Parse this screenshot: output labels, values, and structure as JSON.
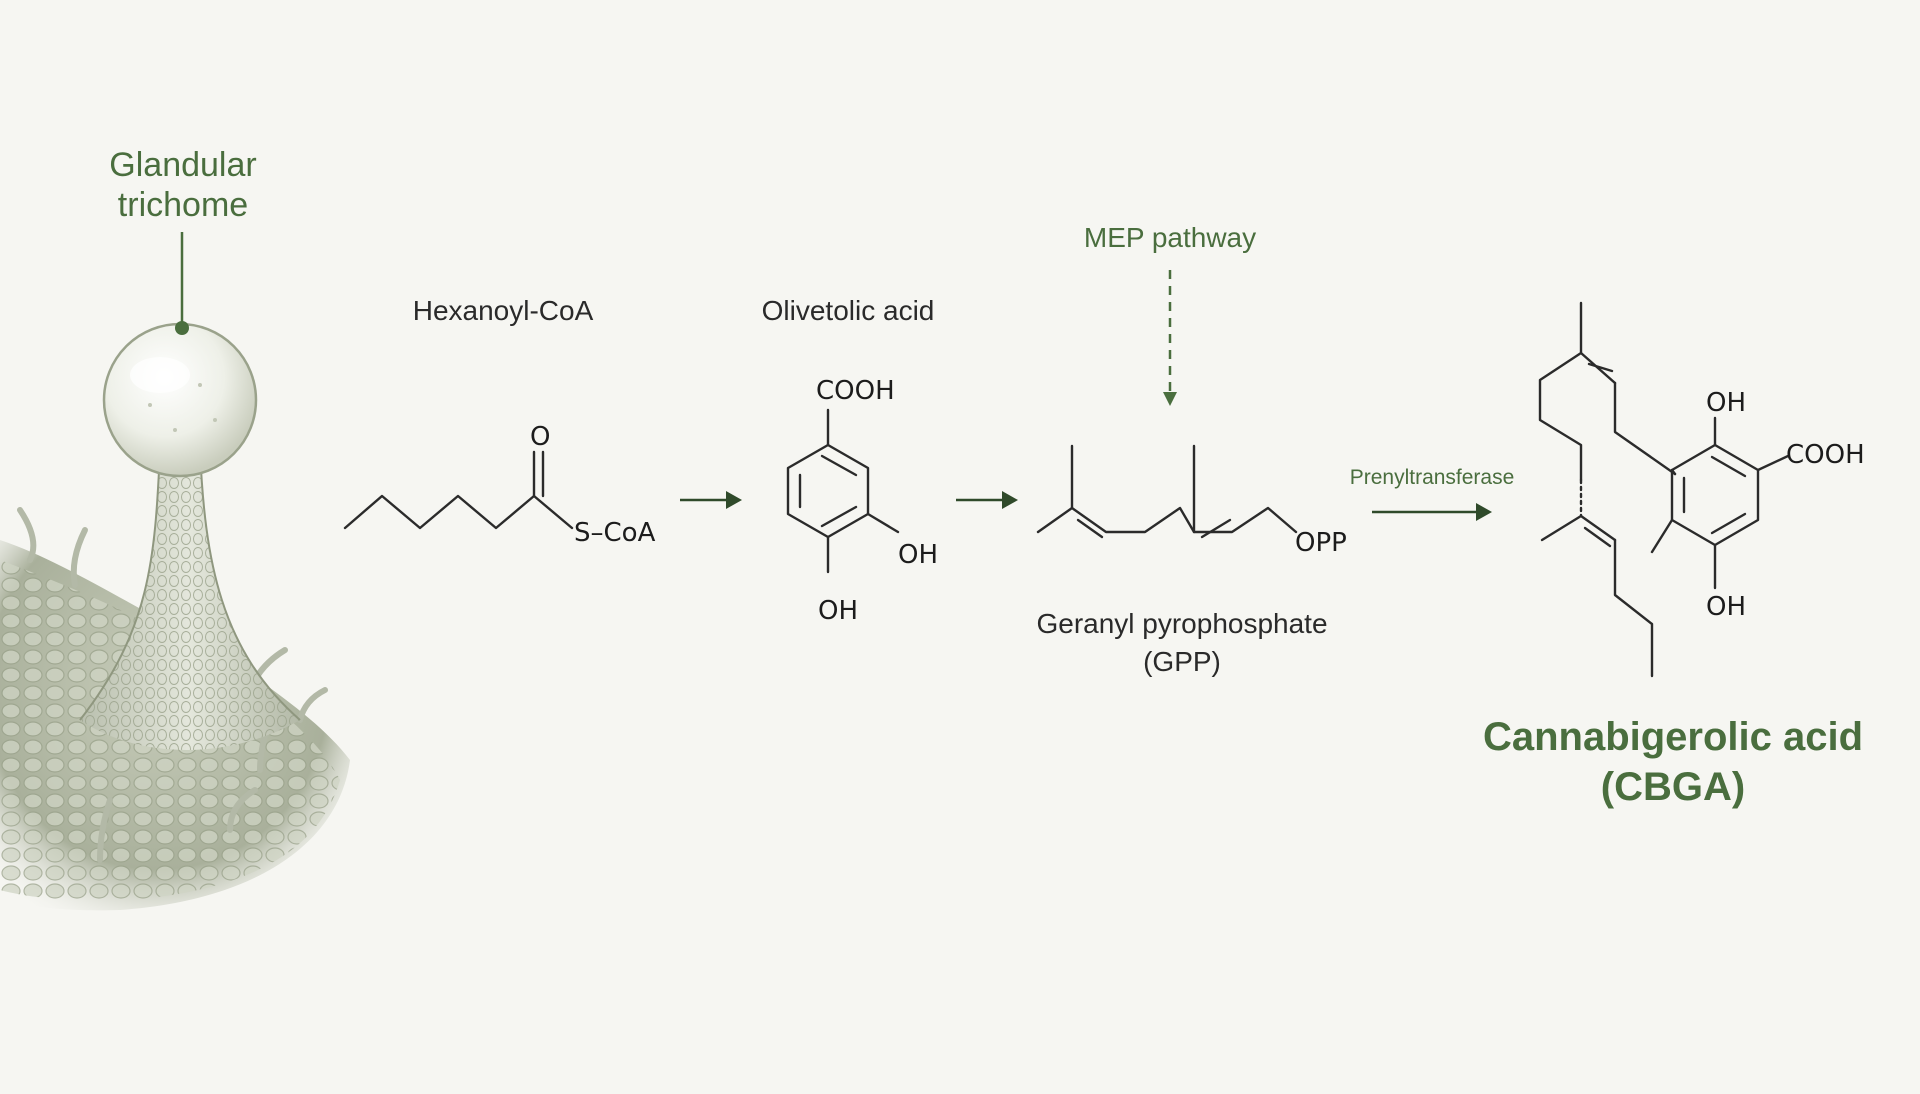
{
  "trichome": {
    "label_line1": "Glandular",
    "label_line2": "trichome"
  },
  "compounds": {
    "hexanoyl": {
      "name": "Hexanoyl-CoA",
      "atom_o": "O",
      "atom_scoa": "S–CoA"
    },
    "olivetolic": {
      "name": "Olivetolic acid",
      "atom_cooh": "COOH",
      "atom_oh1": "OH",
      "atom_oh2": "OH"
    },
    "gpp": {
      "name_line1": "Geranyl pyrophosphate",
      "name_line2": "(GPP)",
      "atom_opp": "OPP"
    },
    "cbga": {
      "name_line1": "Cannabigerolic acid",
      "name_line2": "(CBGA)",
      "atom_oh_top": "OH",
      "atom_cooh": "COOH",
      "atom_oh_bottom": "OH"
    }
  },
  "annotations": {
    "mep": "MEP pathway",
    "enzyme": "Prenyltransferase"
  },
  "colors": {
    "background": "#f6f6f2",
    "accent_green": "#4a6e3e",
    "bond": "#2b2b2b"
  }
}
